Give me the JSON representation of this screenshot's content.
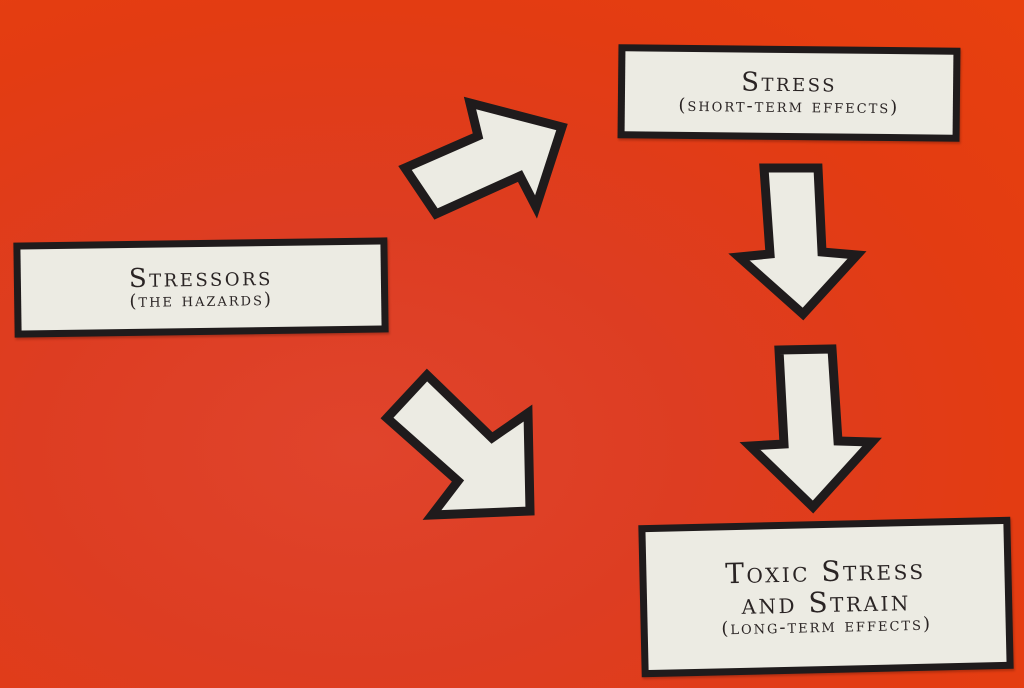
{
  "diagram": {
    "title": "Stressors to Stress to Toxic Stress flow",
    "colors": {
      "background": "#e33c12",
      "card_fill": "#ecebe3",
      "card_border": "#1f1b1c",
      "text": "#2a2424"
    },
    "nodes": [
      {
        "id": "stressors",
        "title": "Stressors",
        "subtitle": "(the hazards)"
      },
      {
        "id": "stress",
        "title": "Stress",
        "subtitle": "(short-term effects)"
      },
      {
        "id": "toxic",
        "title_line1": "Toxic Stress",
        "title_line2": "and Strain",
        "subtitle": "(long-term effects)"
      }
    ],
    "edges": [
      {
        "from": "stressors",
        "to": "stress",
        "direction": "up-right",
        "icon": "arrow-up-right-icon"
      },
      {
        "from": "stressors",
        "to": "toxic",
        "direction": "down-right",
        "icon": "arrow-down-right-icon"
      },
      {
        "from": "stress",
        "to": "toxic",
        "direction": "down",
        "icon": "arrow-down-icon",
        "count": 2
      }
    ]
  }
}
